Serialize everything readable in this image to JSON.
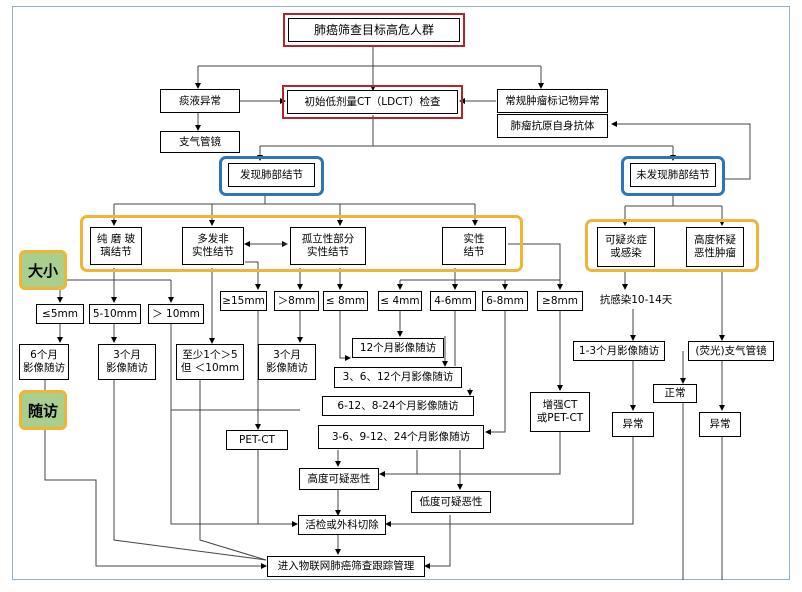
{
  "diagram": {
    "nodes": {
      "target": "肺癌筛查目标高危人群",
      "sputum": "痰液异常",
      "ldct": "初始低剂量CT（LDCT）检查",
      "markers": "常规肿瘤标记物异常",
      "antibody": "肺瘤抗原自身抗体",
      "bronch": "支气管镜",
      "found": "发现肺部结节",
      "notfound": "未发现肺部结节",
      "pure_ggn": "纯 磨 玻\n璃结节",
      "multi": "多发非\n实性结节",
      "solitary": "孤立性部分\n实性结节",
      "solid": "实性\n结节",
      "suspect_inf": "可疑炎症\n或感染",
      "suspect_ca": "高度怀疑\n恶性肿瘤",
      "le5": "≤5mm",
      "r5_10": "5-10mm",
      "gt10": "＞ 10mm",
      "ge15": "≥15mm",
      "gt8": "＞8mm",
      "le8": "≤ 8mm",
      "le4": "≤ 4mm",
      "r4_6": "4-6mm",
      "r6_8": "6-8mm",
      "ge8": "≥8mm",
      "antiinf": "抗感染10-14天",
      "m6": "6个月\n影像随访",
      "m3a": "3个月\n影像随访",
      "atleast": "至少1个＞5\n但 ＜10mm",
      "m3b": "3个月\n影像随访",
      "f12": "12个月影像随访",
      "f3_6_12": "3、6、12个月影像随访",
      "f6_12_824": "6-12、8-24个月影像随访",
      "f3_6_9_12": "3-6、9-12、24个月影像随访",
      "petct": "PET-CT",
      "enh": "增强CT\n或PET-CT",
      "f1_3": "1-3个月影像随访",
      "fluor": "(荧光)支气管镜",
      "normal": "正常",
      "abn1": "异常",
      "abn2": "异常",
      "high_mal": "高度可疑恶性",
      "low_mal": "低度可疑恶性",
      "biopsy": "活检或外科切除",
      "iot": "进入物联网肺癌筛查跟踪管理"
    },
    "tags": {
      "size": "大小",
      "follow": "随访"
    }
  }
}
